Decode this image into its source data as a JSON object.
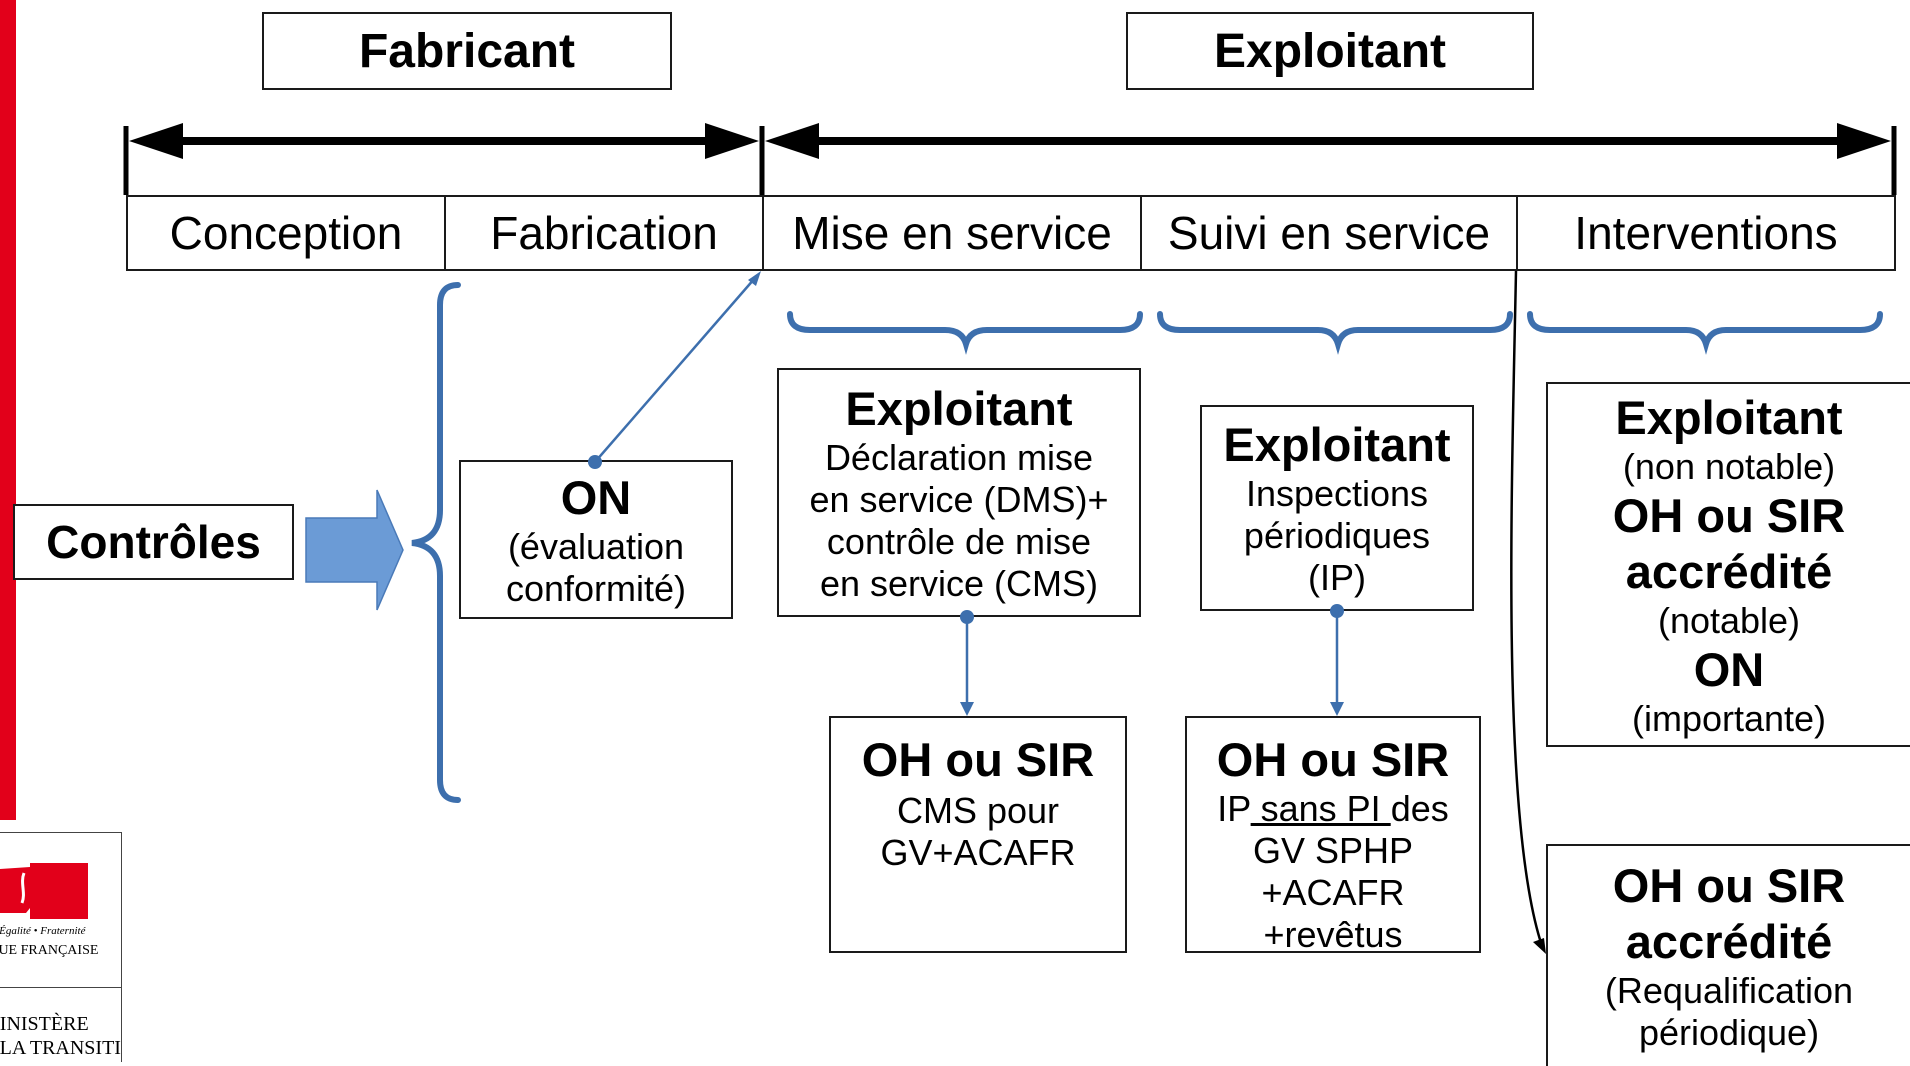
{
  "headers": {
    "fabricant": "Fabricant",
    "exploitant": "Exploitant"
  },
  "phases": [
    "Conception",
    "Fabrication",
    "Mise en service",
    "Suivi en service",
    "Interventions"
  ],
  "controles": "Contrôles",
  "on_box": {
    "title": "ON",
    "lines": [
      "(évaluation",
      "conformité)"
    ]
  },
  "mise_box": {
    "title": "Exploitant",
    "lines": [
      "Déclaration mise",
      "en service (DMS)+",
      "contrôle de mise",
      "en service (CMS)"
    ]
  },
  "suivi_box": {
    "title": "Exploitant",
    "lines": [
      "Inspections",
      "périodiques",
      "(IP)"
    ]
  },
  "interv_box": {
    "title": "Exploitant",
    "l1": "(non notable)",
    "t2": "OH ou SIR",
    "t3": "accrédité",
    "l2": "(notable)",
    "t4": "ON",
    "l3": "(importante)"
  },
  "oh_cms": {
    "title": "OH ou SIR",
    "lines": [
      "CMS pour",
      "GV+ACAFR"
    ]
  },
  "oh_ip": {
    "title": "OH ou SIR",
    "ip": "IP",
    "sans": " sans PI ",
    "des": "des",
    "lines": [
      "GV SPHP",
      "+ACAFR",
      "+revêtus"
    ]
  },
  "oh_req": {
    "t1": "OH ou SIR",
    "t2": "accrédité",
    "lines": [
      "(Requalification",
      "périodique)"
    ]
  },
  "logo": {
    "motto": "Liberté • Égalité • Fraternité",
    "republic": "RÉPUBLIQUE FRANÇAISE",
    "ministry": [
      "MINISTÈRE",
      "DE LA TRANSITION"
    ]
  },
  "colors": {
    "accent": "#3d6fad",
    "arrow_fill": "#6b9bd6",
    "brand_red": "#e2001a",
    "line": "#1a1a1a"
  }
}
